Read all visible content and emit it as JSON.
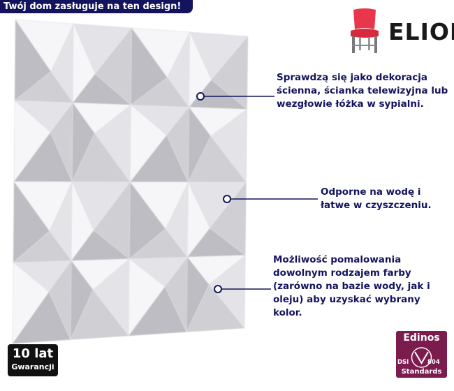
{
  "banner": {
    "text": "Twój dom zasługuje na ten design!"
  },
  "brand": {
    "name": "ELIOR",
    "logo_icon": "chair-icon",
    "chair_color": "#e8364a"
  },
  "callouts": [
    {
      "text": "Sprawdzą się jako dekoracja ścienna, ścianka telewizyjna lub wezgłowie łóżka w sypialni."
    },
    {
      "text": "Odporne na wodę i łatwe w czyszczeniu."
    },
    {
      "text": "Możliwość pomalowania dowolnym rodzajem farby (zarówno na bazie wody, jak i oleju) aby uzyskać wybrany kolor."
    }
  ],
  "warranty": {
    "years": "10 lat",
    "label": "Gwarancji"
  },
  "certificate": {
    "name": "Edinos",
    "code_left": "DSI",
    "code_right": "804",
    "standards": "Standards",
    "color": "#7b1b4e"
  },
  "colors": {
    "accent": "#14145e",
    "panel_face_light": "#f4f4f6",
    "panel_face_dark": "#c7c7cc"
  }
}
